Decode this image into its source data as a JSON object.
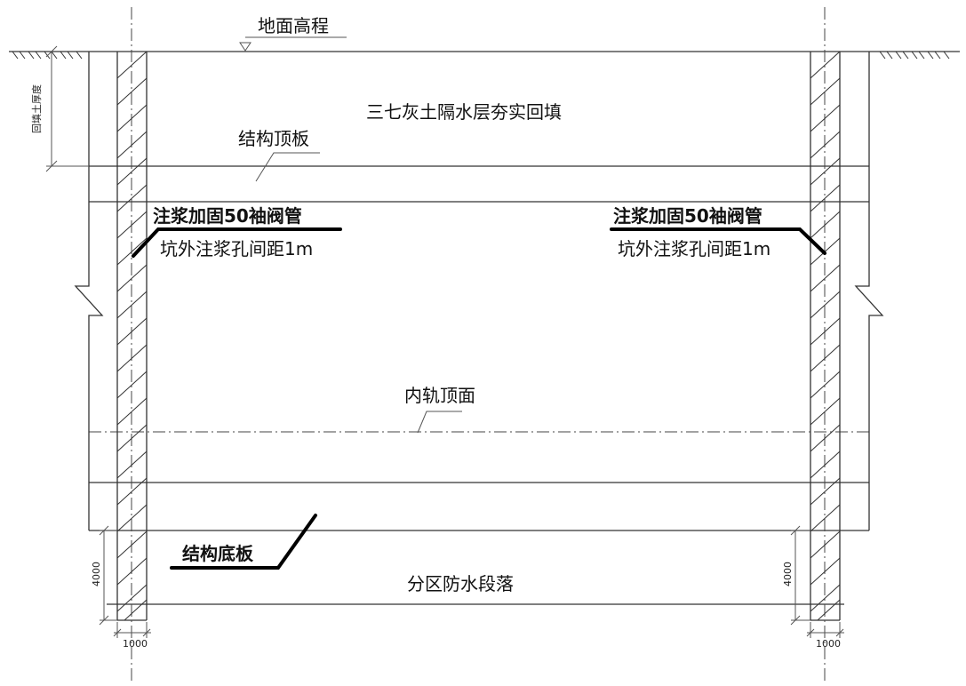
{
  "labels": {
    "ground_elevation": "地面高程",
    "backfill": "三七灰土隔水层夯实回填",
    "roof_slab": "结构顶板",
    "grout_left_line1": "注浆加固50袖阀管",
    "grout_left_line2": "坑外注浆孔间距1m",
    "grout_right_line1": "注浆加固50袖阀管",
    "grout_right_line2": "坑外注浆孔间距1m",
    "rail_top": "内轨顶面",
    "floor_slab": "结构底板",
    "waterproof_zone": "分区防水段落",
    "backfill_thickness": "回填土厚度"
  },
  "dimensions": {
    "left_height": "4000",
    "right_height": "4000",
    "left_width": "1000",
    "right_width": "1000"
  }
}
